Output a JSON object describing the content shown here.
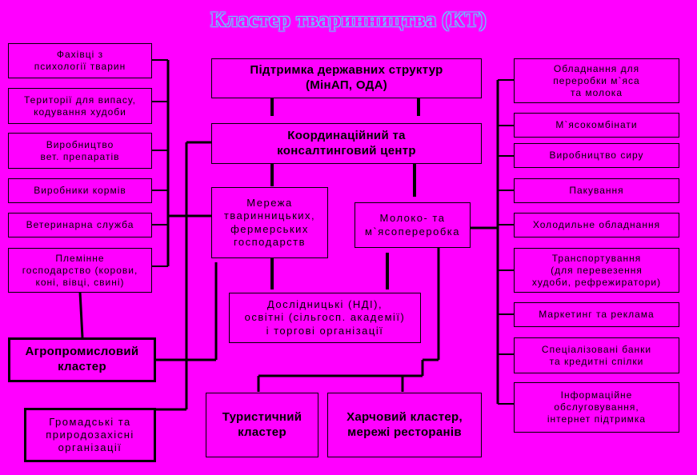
{
  "title": "Кластер тваринництва (КТ)",
  "left": [
    "Фахівці з\nпсихології тварин",
    "Території для випасу,\nкодування худоби",
    "Виробництво\nвет. препаратів",
    "Виробники кормів",
    "Ветеринарна служба",
    "Племінне\nгосподарство (корови,\nконі, вівці, свині)"
  ],
  "center": {
    "support": "Підтримка державних структур\n(МінАП, ОДА)",
    "coord": "Координаційний та\nконсалтинговий центр",
    "network": "Мережа\nтваринницьких,\nфермерських\nгосподарств",
    "milk": "Молоко-  та\nм`ясопереробка",
    "research": "Дослідницькі (НДІ),\nосвітні (сільгосп. академії)\nі торгові організації",
    "agro": "Агропромисловий\nкластер",
    "public": "Громадські та\nприродозахісні\nорганізації",
    "tourist": "Туристичний\nкластер",
    "food": "Харчовий кластер,\nмережі ресторанів"
  },
  "right": [
    "Обладнання для\nпереробки м`яса\nта молока",
    "М`ясокомбінати",
    "Виробництво сиру",
    "Пакування",
    "Холодильне обладнання",
    "Транспортування\n(для перевезення\nхудоби, рефрежиратори)",
    "Маркетинг та реклама",
    "Спеціалізовані банки\nта кредитні спілки",
    "Інформаційне\nобслуговування,\nінтернет підтримка"
  ]
}
